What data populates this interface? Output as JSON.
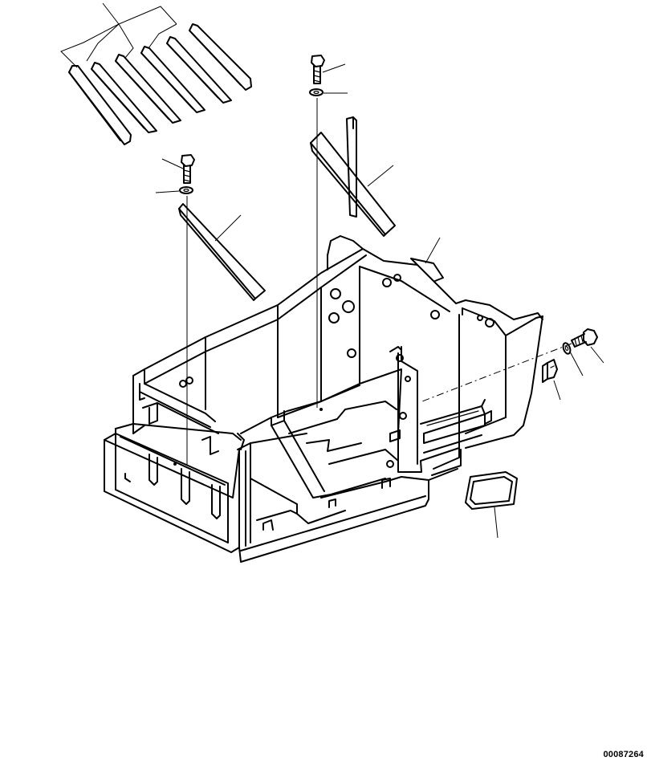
{
  "drawing": {
    "id": "00087264"
  },
  "parts": [
    {
      "name": "floor-cover-plates",
      "leaders": 4
    },
    {
      "name": "bolt-upper",
      "leaders": 1
    },
    {
      "name": "washer-upper",
      "leaders": 1
    },
    {
      "name": "bracket-right",
      "leaders": 1
    },
    {
      "name": "bolt-left",
      "leaders": 1
    },
    {
      "name": "washer-left",
      "leaders": 1
    },
    {
      "name": "bracket-left",
      "leaders": 1
    },
    {
      "name": "frame",
      "leaders": 1
    },
    {
      "name": "bolt-side",
      "leaders": 1
    },
    {
      "name": "washer-side",
      "leaders": 1
    },
    {
      "name": "clip",
      "leaders": 1
    },
    {
      "name": "cover-plate",
      "leaders": 1
    }
  ]
}
